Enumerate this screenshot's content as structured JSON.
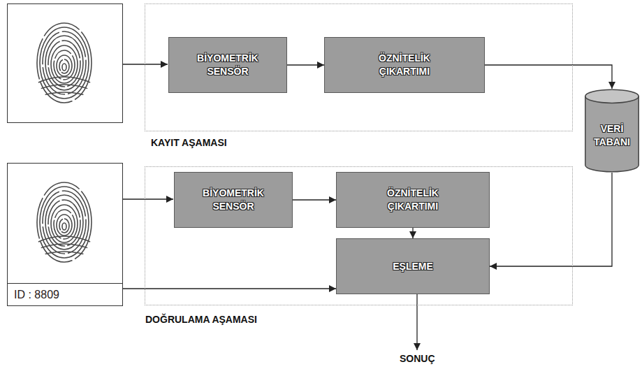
{
  "diagram": {
    "nodes": [
      {
        "text": [
          "KAYIT AŞAMASI"
        ]
      },
      {
        "text": [
          "BİYOMETRİK SENSÖR"
        ],
        "in": 0
      },
      {
        "text": [
          "ÖZNİTELİK ÇIKARTIMI"
        ],
        "in": 0
      },
      {
        "text": [
          "VERİ TABANI"
        ]
      },
      {
        "text": [
          "DOĞRULAMA AŞAMASI"
        ]
      },
      {
        "text": [
          "BİYOMETRİK SENSÖR"
        ],
        "in": 4
      },
      {
        "text": [
          "ÖZNİTELİK ÇIKARTIMI"
        ],
        "in": 4
      },
      {
        "text": [
          "EŞLEME"
        ],
        "in": 4
      },
      {
        "text": [
          "ID : 8809"
        ]
      }
    ],
    "edges": [
      {
        "from": 1,
        "to": 2,
        "arrow": "to"
      },
      {
        "from": 2,
        "to": 3,
        "arrow": "to"
      },
      {
        "from": 5,
        "to": 6,
        "arrow": "to"
      },
      {
        "from": 6,
        "to": 7,
        "arrow": "to"
      },
      {
        "from": 3,
        "to": 7,
        "arrow": "to"
      },
      {
        "from": 8,
        "to": 7,
        "arrow": "to"
      }
    ],
    "labels": [
      "SONUÇ"
    ]
  }
}
